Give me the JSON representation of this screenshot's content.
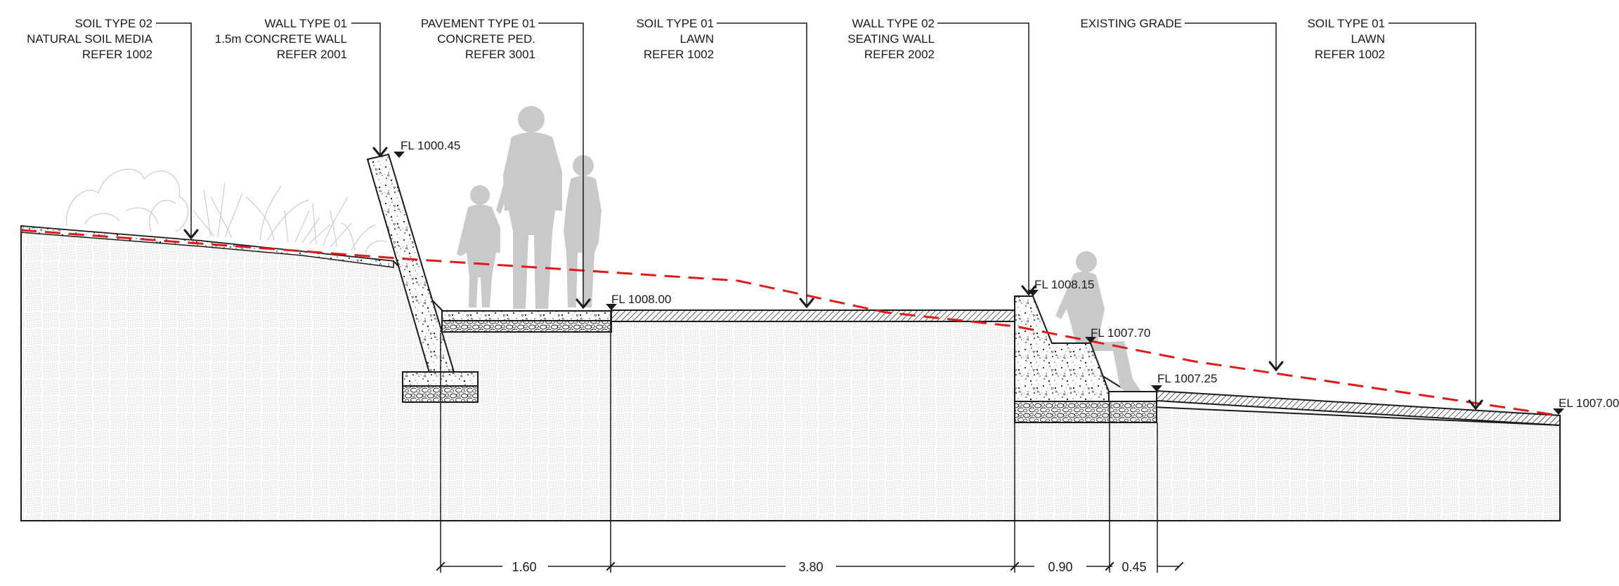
{
  "callouts": [
    {
      "lines": [
        "SOIL TYPE 02",
        "NATURAL SOIL MEDIA",
        "REFER 1002"
      ]
    },
    {
      "lines": [
        "WALL TYPE 01",
        "1.5m CONCRETE WALL",
        "REFER 2001"
      ]
    },
    {
      "lines": [
        "PAVEMENT TYPE 01",
        "CONCRETE PED.",
        "REFER 3001"
      ]
    },
    {
      "lines": [
        "SOIL TYPE 01",
        "LAWN",
        "REFER 1002"
      ]
    },
    {
      "lines": [
        "WALL TYPE 02",
        "SEATING WALL",
        "REFER 2002"
      ]
    },
    {
      "lines": [
        "EXISTING GRADE"
      ]
    },
    {
      "lines": [
        "SOIL TYPE 01",
        "LAWN",
        "REFER 1002"
      ]
    }
  ],
  "levels": [
    {
      "text": "FL 1000.45"
    },
    {
      "text": "FL 1008.00"
    },
    {
      "text": "FL 1008.15"
    },
    {
      "text": "FL 1007.70"
    },
    {
      "text": "FL 1007.25"
    },
    {
      "text": "EL 1007.00"
    }
  ],
  "dimensions": [
    {
      "text": "1.60"
    },
    {
      "text": "3.80"
    },
    {
      "text": "0.90"
    },
    {
      "text": "0.45"
    }
  ],
  "colors": {
    "linework": "#1a1a1a",
    "existing_grade": "#e0191b",
    "figures": "#c9c9c9",
    "planting": "#d2d2d2",
    "ground_pattern": "#dcdcdc"
  }
}
